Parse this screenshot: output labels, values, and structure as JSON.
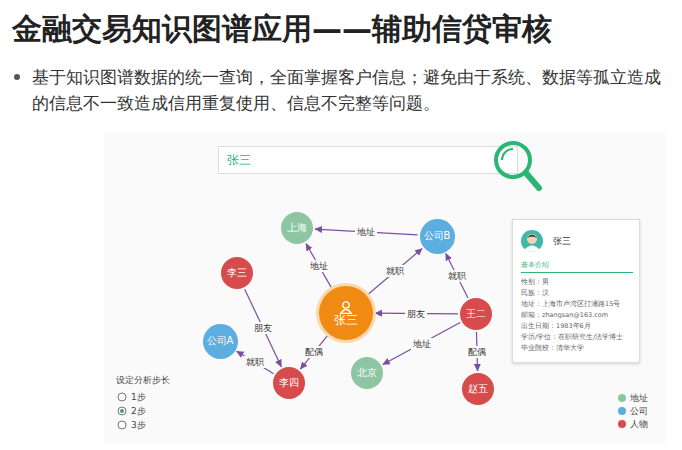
{
  "diagram": {
    "title": "金融交易知识图谱应用——辅助信贷审核",
    "caption": "基于知识图谱数据的统一查询，全面掌握客户信息；避免由于系统、数据等孤立造成的信息不一致造成信用重复使用、信息不完整等问题。",
    "nodes": [
      {
        "text": [
          "张三"
        ]
      },
      {
        "text": [
          "上海"
        ]
      },
      {
        "text": [
          "公司B"
        ]
      },
      {
        "text": [
          "李三"
        ]
      },
      {
        "text": [
          "张三"
        ]
      },
      {
        "text": [
          "王二"
        ]
      },
      {
        "text": [
          "公司A"
        ]
      },
      {
        "text": [
          "北京"
        ]
      },
      {
        "text": [
          "李四"
        ]
      },
      {
        "text": [
          "赵五"
        ]
      },
      {
        "text": [
          "张三",
          "基本介绍",
          "性别：男",
          "民族：汉",
          "地址：上海市卢湾区打浦路15号",
          "邮箱：zhangsan@163.com",
          "出生日期：1983年6月",
          "学历/学位：在职研究生/法学博士",
          "毕业院校：清华大学"
        ]
      }
    ],
    "edges": [
      {
        "from": 4,
        "to": 1,
        "label": "地址",
        "arrow": "to"
      },
      {
        "from": 2,
        "to": 1,
        "label": "地址",
        "arrow": "to"
      },
      {
        "from": 4,
        "to": 2,
        "label": "就职",
        "arrow": "to"
      },
      {
        "from": 5,
        "to": 2,
        "label": "就职",
        "arrow": "to"
      },
      {
        "from": 5,
        "to": 4,
        "label": "朋友",
        "arrow": "to"
      },
      {
        "from": 3,
        "to": 8,
        "label": "朋友",
        "arrow": "to"
      },
      {
        "from": 4,
        "to": 8,
        "label": "配偶",
        "arrow": "to"
      },
      {
        "from": 8,
        "to": 6,
        "label": "就职",
        "arrow": "to"
      },
      {
        "from": 5,
        "to": 7,
        "label": "地址",
        "arrow": "to"
      },
      {
        "from": 5,
        "to": 9,
        "label": "配偶",
        "arrow": "to"
      }
    ],
    "labels": [
      "设定分析步长",
      "1步",
      "2步",
      "3步"
    ],
    "legend": [
      {
        "text": "地址",
        "color": "#8ec6a4"
      },
      {
        "text": "公司",
        "color": "#5cade0"
      },
      {
        "text": "人物",
        "color": "#d64b4b"
      }
    ]
  }
}
